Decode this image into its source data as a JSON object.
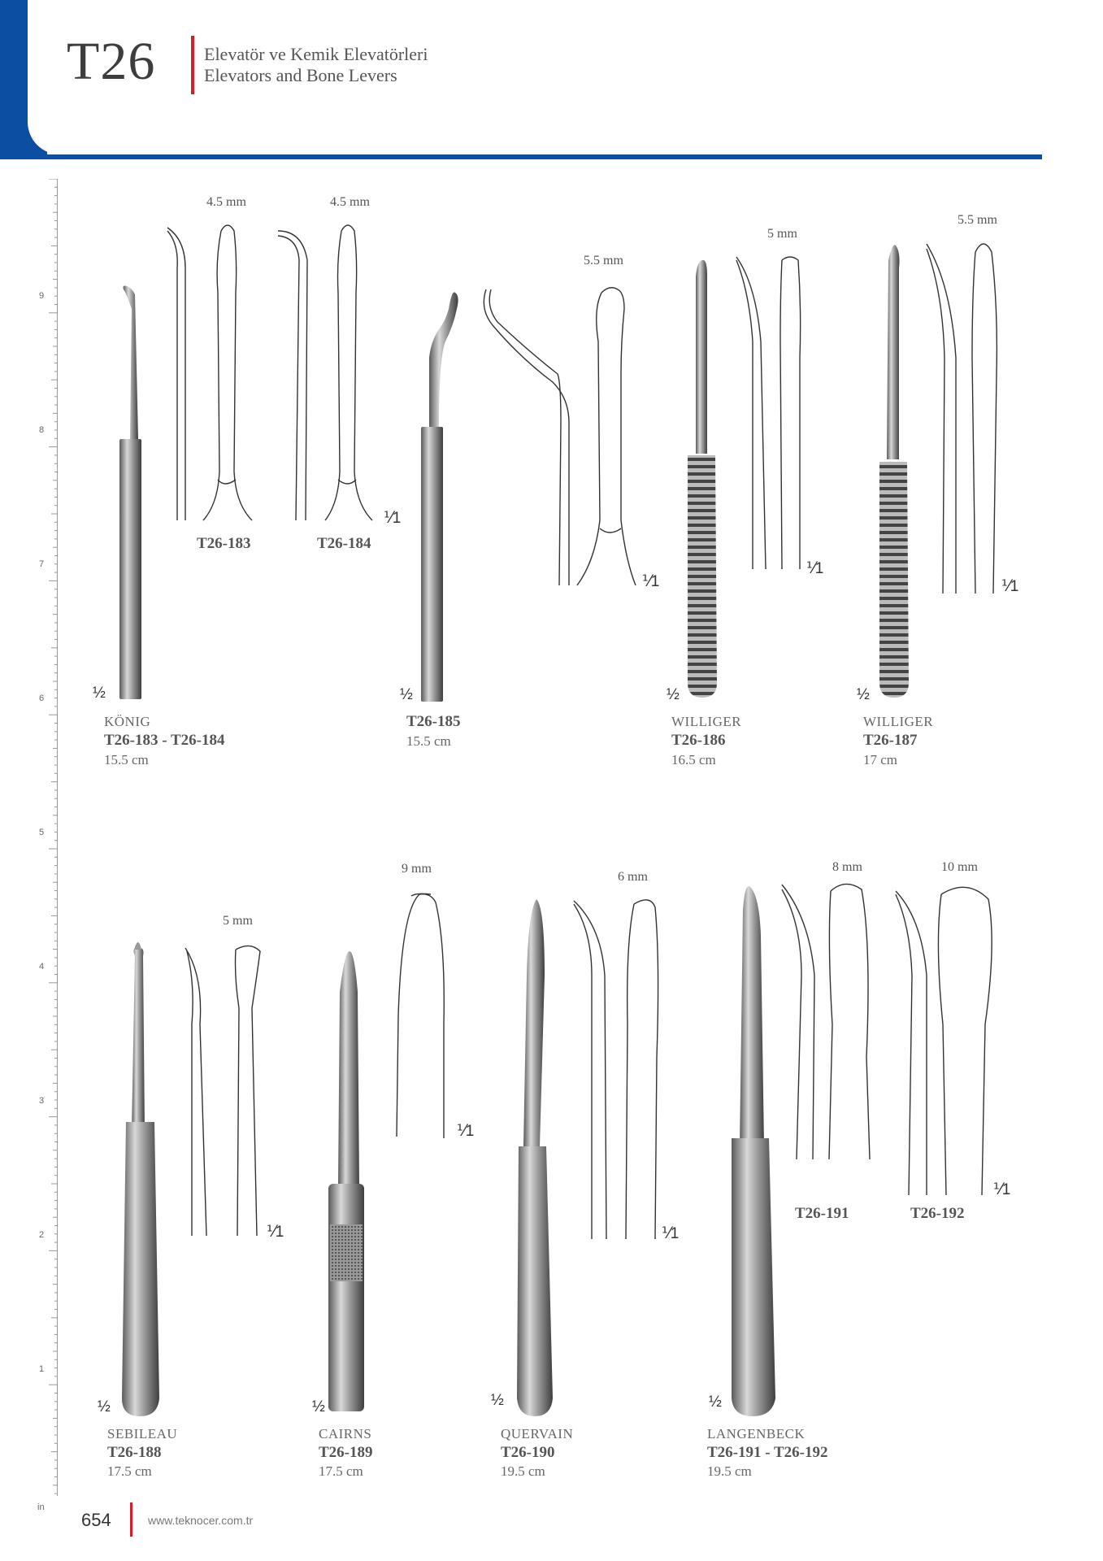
{
  "header": {
    "code": "T26",
    "title_tr": "Elevatör ve Kemik Elevatörleri",
    "title_en": "Elevators and Bone Levers",
    "accent_blue": "#0b4ea2",
    "accent_red": "#d0202b"
  },
  "ruler": {
    "numbers": [
      "9",
      "8",
      "7",
      "6",
      "5",
      "4",
      "3",
      "2",
      "1"
    ],
    "unit": "in"
  },
  "products": [
    {
      "name": "KÖNIG",
      "code": "T26-183 - T26-184",
      "length": "15.5 cm",
      "scale": "½"
    },
    {
      "name": "",
      "code": "T26-185",
      "length": "15.5 cm",
      "scale": "½"
    },
    {
      "name": "WILLIGER",
      "code": "T26-186",
      "length": "16.5 cm",
      "scale": "½"
    },
    {
      "name": "WILLIGER",
      "code": "T26-187",
      "length": "17 cm",
      "scale": "½"
    },
    {
      "name": "SEBILEAU",
      "code": "T26-188",
      "length": "17.5 cm",
      "scale": "½"
    },
    {
      "name": "CAIRNS",
      "code": "T26-189",
      "length": "17.5 cm",
      "scale": "½"
    },
    {
      "name": "QUERVAIN",
      "code": "T26-190",
      "length": "19.5 cm",
      "scale": "½"
    },
    {
      "name": "LANGENBECK",
      "code": "T26-191 - T26-192",
      "length": "19.5 cm",
      "scale": "½"
    }
  ],
  "details": [
    {
      "dim": "4.5 mm",
      "code": "T26-183"
    },
    {
      "dim": "4.5 mm",
      "code": "T26-184",
      "scale": "⅟1"
    },
    {
      "dim": "5.5 mm",
      "scale": "⅟1"
    },
    {
      "dim": "5 mm",
      "scale": "⅟1"
    },
    {
      "dim": "5.5 mm",
      "scale": "⅟1"
    },
    {
      "dim": "5 mm",
      "scale": "⅟1"
    },
    {
      "dim": "9 mm",
      "scale": "⅟1"
    },
    {
      "dim": "6 mm",
      "scale": "⅟1"
    },
    {
      "dim": "8 mm",
      "code": "T26-191"
    },
    {
      "dim": "10 mm",
      "code": "T26-192",
      "scale": "⅟1"
    }
  ],
  "footer": {
    "page": "654",
    "url": "www.teknocer.com.tr"
  }
}
